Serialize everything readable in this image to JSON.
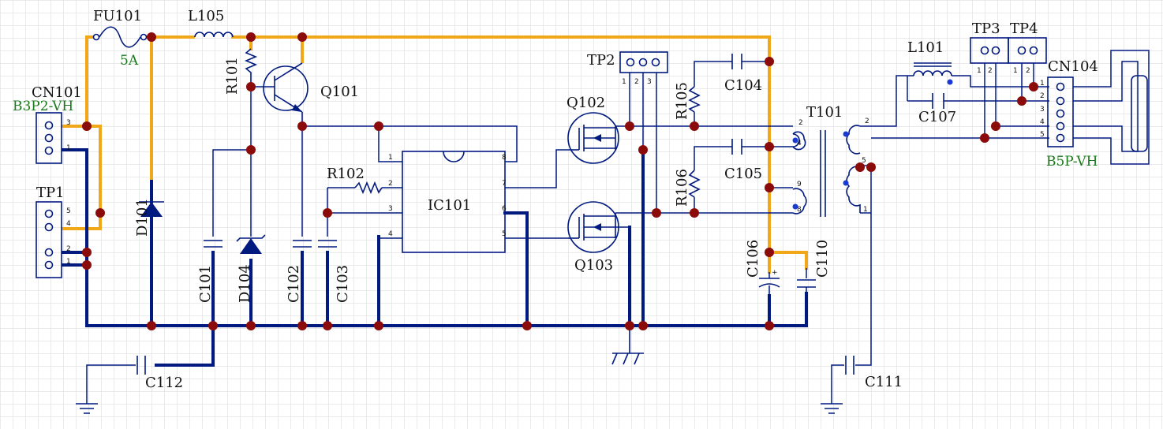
{
  "schematic": {
    "refs": {
      "fu101": "FU101",
      "l105": "L105",
      "r101": "R101",
      "q101": "Q101",
      "cn101": "CN101",
      "tp1": "TP1",
      "d101": "D101",
      "c101": "C101",
      "d104": "D104",
      "c102": "C102",
      "c103": "C103",
      "r102": "R102",
      "ic101": "IC101",
      "tp2": "TP2",
      "q102": "Q102",
      "q103": "Q103",
      "r105": "R105",
      "r106": "R106",
      "c104": "C104",
      "c105": "C105",
      "c106": "C106",
      "c110": "C110",
      "t101": "T101",
      "l101": "L101",
      "c107": "C107",
      "tp3": "TP3",
      "tp4": "TP4",
      "cn104": "CN104",
      "c111": "C111",
      "c112": "C112"
    },
    "values": {
      "fuse": "5A",
      "cn101": "B3P2-VH",
      "cn104": "B5P-VH"
    },
    "pins": {
      "cn101": [
        "3",
        "1"
      ],
      "tp1": [
        "5",
        "4",
        "2",
        "1"
      ],
      "ic101": [
        "1",
        "2",
        "3",
        "4",
        "8",
        "7",
        "6",
        "5"
      ],
      "tp2": [
        "1",
        "2",
        "3"
      ],
      "t101": [
        "2",
        "4",
        "9",
        "8",
        "5",
        "1"
      ],
      "tp3": [
        "1",
        "2"
      ],
      "tp4": [
        "1",
        "2"
      ],
      "cn104": [
        "1",
        "2",
        "3",
        "4",
        "5"
      ],
      "c106_polarity": "+"
    }
  },
  "colors": {
    "wire": "#001a80",
    "highlight_wire": "#f0a818",
    "junction": "#8b0a0a",
    "value_text": "#1a7a1a",
    "grid": "#d6d6d6"
  }
}
